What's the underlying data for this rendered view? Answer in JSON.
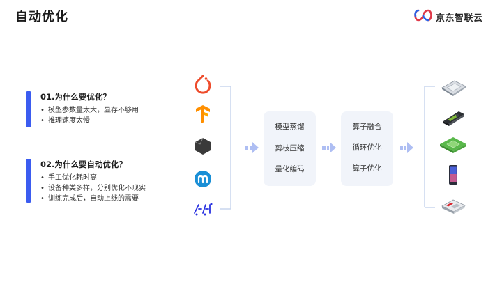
{
  "slide": {
    "title": "自动优化"
  },
  "brand": {
    "name": "京东智联云",
    "logo_icon": "jd-cloud-logo-icon"
  },
  "sections": [
    {
      "heading": "01.为什么要优化？",
      "bullets": [
        "模型参数量太大，显存不够用",
        "推理速度太慢"
      ]
    },
    {
      "heading": "02.为什么要自动优化？",
      "bullets": [
        "手工优化耗时高",
        "设备种类多样，分别优化不现实",
        "训练完成后，自动上线的需要"
      ]
    }
  ],
  "frameworks": [
    {
      "icon": "pytorch-icon",
      "color": "#ee4c2c"
    },
    {
      "icon": "tensorflow-icon",
      "color": "#ff8f00"
    },
    {
      "icon": "geometric-polyhedron-icon",
      "color": "#333333"
    },
    {
      "icon": "mxnet-icon",
      "color": "#1a8fd6"
    },
    {
      "icon": "paddle-icon",
      "color": "#2932e1"
    }
  ],
  "model_stage": {
    "items": [
      "模型蒸馏",
      "剪枝压缩",
      "量化编码"
    ]
  },
  "operator_stage": {
    "items": [
      "算子融合",
      "循环优化",
      "算子优化"
    ]
  },
  "hardware": [
    {
      "icon": "cpu-chip-icon"
    },
    {
      "icon": "gpu-card-icon"
    },
    {
      "icon": "ai-chip-icon"
    },
    {
      "icon": "smartphone-icon"
    },
    {
      "icon": "fpga-chip-icon"
    }
  ],
  "colors": {
    "accent": "#3b5cf0",
    "bracket": "#c9d5ee",
    "arrow": "#aebef3",
    "stage_bg": "#f1f4fa"
  }
}
